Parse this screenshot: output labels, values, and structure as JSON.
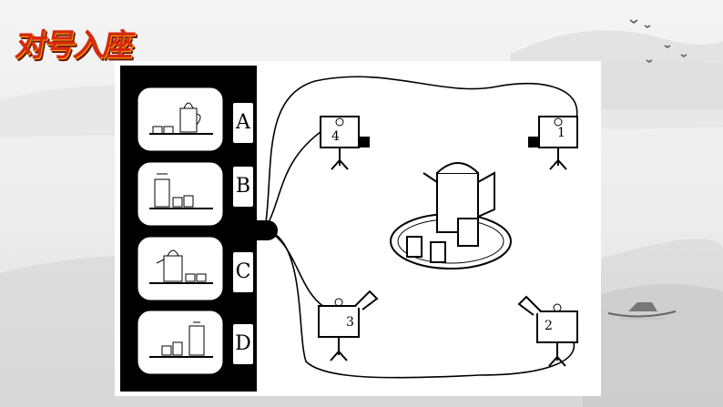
{
  "header": {
    "title": "对号入座"
  },
  "options": [
    {
      "letter": "A"
    },
    {
      "letter": "B"
    },
    {
      "letter": "C"
    },
    {
      "letter": "D"
    }
  ],
  "cameras": [
    {
      "number": "4"
    },
    {
      "number": "1"
    },
    {
      "number": "3"
    },
    {
      "number": "2"
    }
  ]
}
